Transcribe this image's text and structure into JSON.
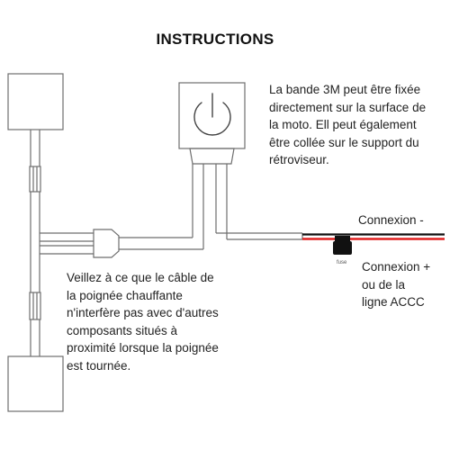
{
  "title": "INSTRUCTIONS",
  "notes": {
    "mounting": "La bande 3M peut être fixée\ndirectement sur la surface de\nla moto. Ell peut également\nêtre collée sur le support du\nrétroviseur.",
    "cable_warning": "Veillez à ce que le câble  de\nla poignée chauffante\nn'interfère pas avec d'autres\ncomposants situés à\nproximité lorsque la poignée\nest tournée."
  },
  "connections": {
    "negative": "Connexion -",
    "positive": "Connexion +\nou de la\nligne ACCC",
    "fuse": "fuse"
  },
  "icons": {
    "switch": "power-icon"
  },
  "colors": {
    "wire_outline": "#6e6e6e",
    "wire_red": "#e02020",
    "wire_black": "#111111",
    "fuse": "#111111"
  }
}
